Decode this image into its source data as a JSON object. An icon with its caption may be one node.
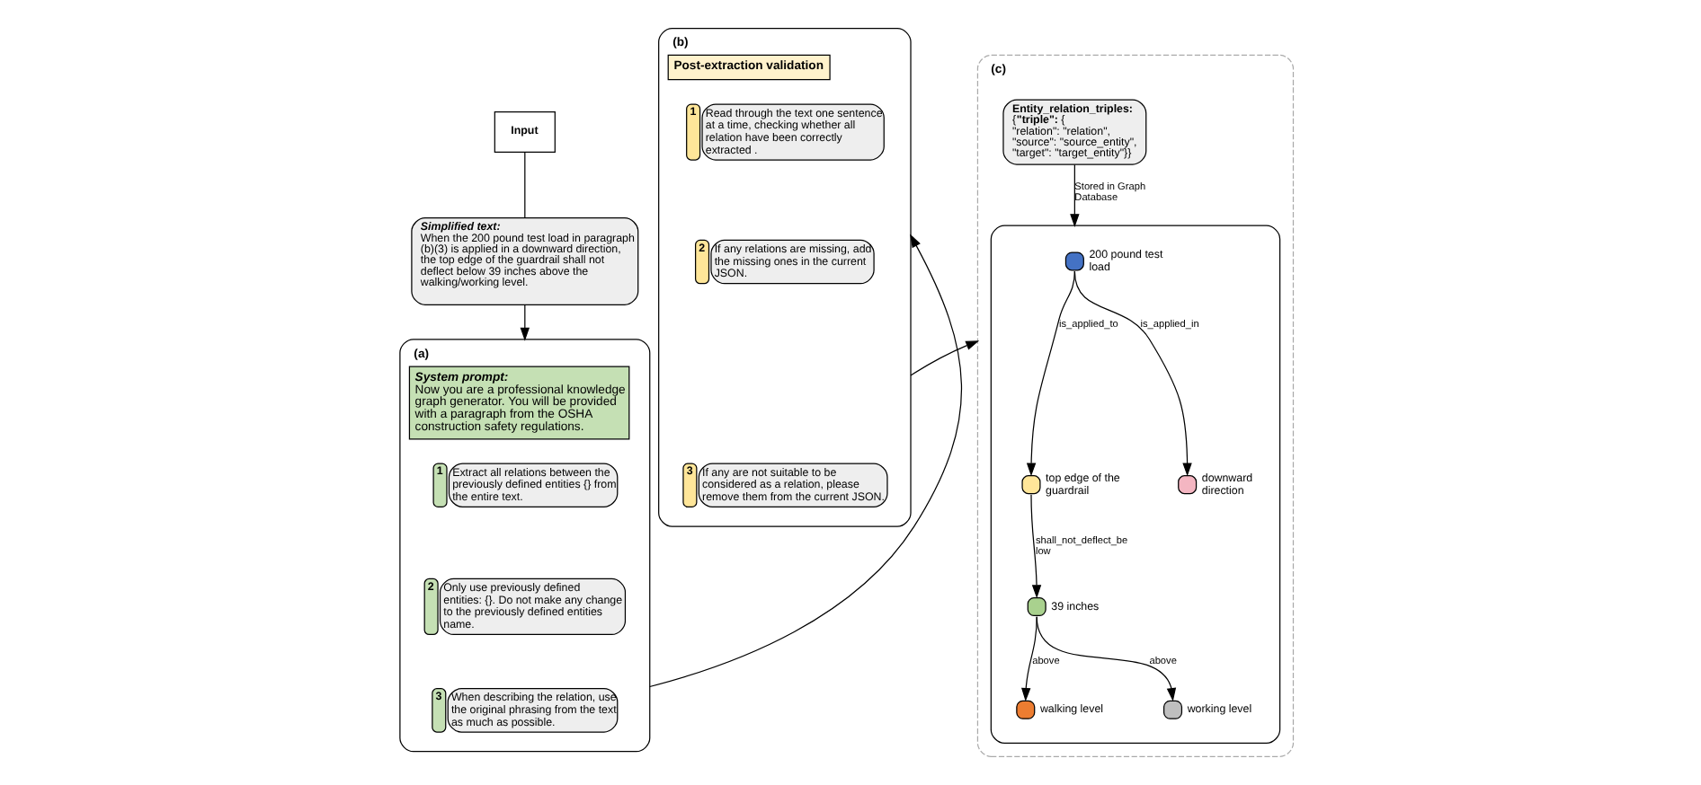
{
  "diagram": {
    "nodes": [
      {
        "text": [
          "Input"
        ]
      },
      {
        "text": [
          "Simplified text:",
          "When the 200 pound test load in paragraph (b)(3) is applied in a downward direction, the top edge of the guardrail shall not deflect below 39 inches above the walking/working level."
        ]
      },
      {
        "text": [
          "(a)",
          "System prompt:",
          "Now you are a professional knowledge graph generator. You will be provided with a paragraph from the OSHA construction safety regulations."
        ]
      },
      {
        "text": [
          "1",
          "Extract all relations between the previously defined entities {} from the entire text."
        ],
        "in": 2
      },
      {
        "text": [
          "2",
          "Only use previously defined entities: {}. Do not make any change to the previously defined entities name."
        ],
        "in": 2
      },
      {
        "text": [
          "3",
          "When describing the relation, use the original phrasing from the text as much as possible."
        ],
        "in": 2
      },
      {
        "text": [
          "(b)",
          "Post-extraction validation"
        ]
      },
      {
        "text": [
          "1",
          "Read through the text one sentence at a time, checking whether all relation have been correctly extracted ."
        ],
        "in": 6
      },
      {
        "text": [
          "2",
          "If any relations are missing, add the missing ones in the current JSON."
        ],
        "in": 6
      },
      {
        "text": [
          "3",
          "If any are not suitable to be considered as a relation, please remove them from the current JSON."
        ],
        "in": 6
      },
      {
        "text": [
          "(c)"
        ]
      },
      {
        "text": [
          "Entity_relation_triples:",
          "{**\"triple\":** {",
          "\"relation\": \"relation\",",
          "\"source\": \"source_entity\",",
          "\"target\": \"target_entity\"}}"
        ],
        "in": 10
      },
      {
        "text": [],
        "shape": "box",
        "in": 10
      },
      {
        "text": [],
        "shape": "circle",
        "in": 12,
        "beside": [
          "200 pound test load"
        ]
      },
      {
        "text": [],
        "shape": "circle",
        "in": 12,
        "beside": [
          "top edge of the guardrail"
        ]
      },
      {
        "text": [],
        "shape": "circle",
        "in": 12,
        "beside": [
          "downward direction"
        ]
      },
      {
        "text": [],
        "shape": "circle",
        "in": 12,
        "beside": [
          "39 inches"
        ]
      },
      {
        "text": [],
        "shape": "circle",
        "in": 12,
        "beside": [
          "walking level"
        ]
      },
      {
        "text": [],
        "shape": "circle",
        "in": 12,
        "beside": [
          "working level"
        ]
      }
    ],
    "edges": [
      {
        "from": 0,
        "to": 1,
        "arrow": "none"
      },
      {
        "from": 1,
        "to": 2,
        "arrow": "to"
      },
      {
        "from": 2,
        "to": 6,
        "arrow": "to"
      },
      {
        "from": 6,
        "to": 10,
        "arrow": "to"
      },
      {
        "from": 11,
        "to": 12,
        "arrow": "to",
        "label": "Stored in Graph Database"
      },
      {
        "from": 13,
        "to": 14,
        "arrow": "to",
        "label": "is_applied_to"
      },
      {
        "from": 13,
        "to": 15,
        "arrow": "to",
        "label": "is_applied_in"
      },
      {
        "from": 14,
        "to": 16,
        "arrow": "to",
        "label": "shall_not_deflect_below"
      },
      {
        "from": 16,
        "to": 17,
        "arrow": "to",
        "label": "above"
      },
      {
        "from": 16,
        "to": 18,
        "arrow": "to",
        "label": "above"
      }
    ]
  }
}
